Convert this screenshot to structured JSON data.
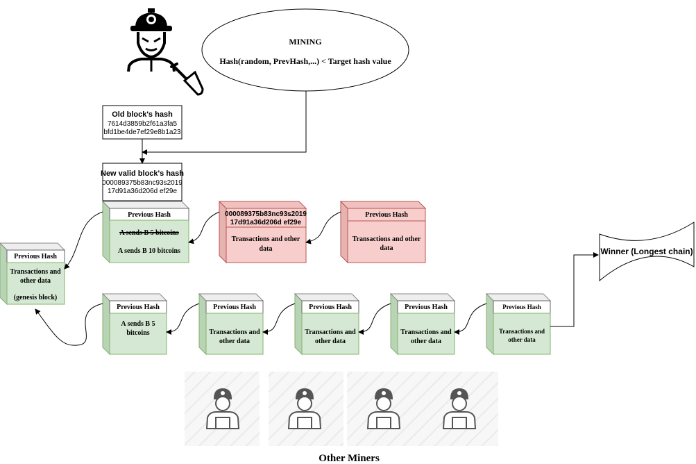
{
  "mining": {
    "title": "MINING",
    "formula": "Hash(random, PrevHash,...) < Target hash value"
  },
  "old_hash": {
    "title": "Old block's hash",
    "line1": "7614d3859b2f61a3fa5",
    "line2": "bfd1be4de7ef29e8b1a23"
  },
  "new_hash": {
    "title": "New valid block's hash",
    "line1": "000089375b83nc93s2019",
    "line2": "17d91a36d206d ef29e"
  },
  "genesis": {
    "header": "Previous Hash",
    "body1": "Transactions and",
    "body2": "other data",
    "body3": "(genesis block)"
  },
  "top_chain": {
    "green": {
      "header": "Previous Hash",
      "struck": "A sends B 5 bitcoins",
      "body": "A sends B 10 bitcoins"
    },
    "red1": {
      "header1": "000089375b83nc93s2019",
      "header2": "17d91a36d206d ef29e",
      "body1": "Transactions and other",
      "body2": "data"
    },
    "red2": {
      "header": "Previous Hash",
      "body1": "Transactions and other",
      "body2": "data"
    }
  },
  "bottom_chain": [
    {
      "header": "Previous Hash",
      "body1": "A sends B 5",
      "body2": "bitcoins"
    },
    {
      "header": "Previous Hash",
      "body1": "Transactions and",
      "body2": "other data"
    },
    {
      "header": "Previous Hash",
      "body1": "Transactions and",
      "body2": "other data"
    },
    {
      "header": "Previous Hash",
      "body1": "Transactions and",
      "body2": "other data"
    },
    {
      "header": "Previous Hash",
      "body1": "Transactions and",
      "body2": "other data"
    }
  ],
  "winner": "Winner (Longest chain)",
  "other_miners": "Other Miners",
  "colors": {
    "green_fill": "#d5e8d4",
    "green_stroke": "#82b366",
    "red_fill": "#f8cecc",
    "red_stroke": "#b85450"
  }
}
